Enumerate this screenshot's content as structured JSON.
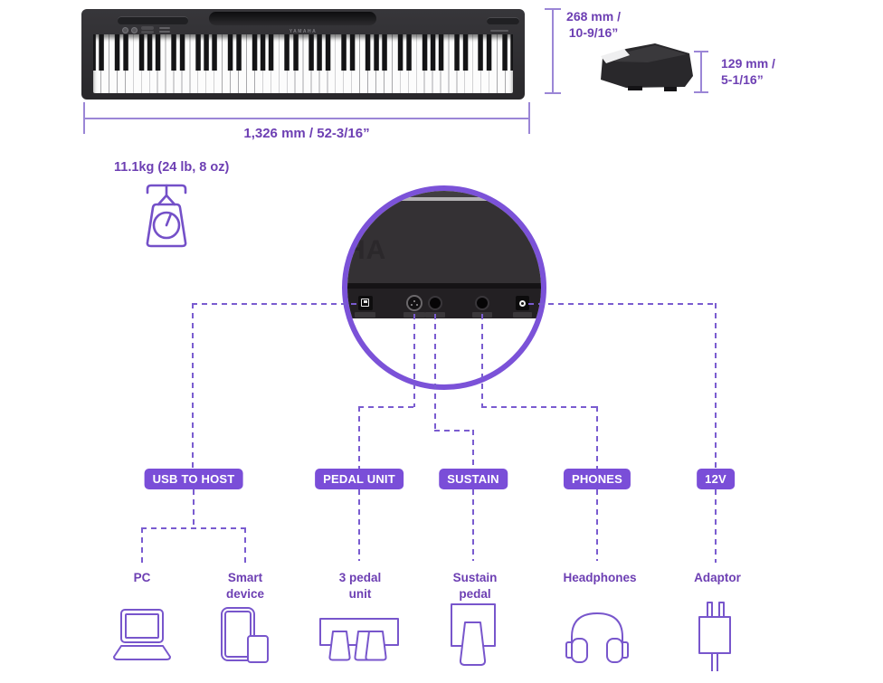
{
  "product": {
    "brand": "YAMAHA",
    "panel_watermark": "HA"
  },
  "dimensions": {
    "width": "1,326 mm / 52-3/16”",
    "height_mm": "268 mm /",
    "height_in": "10-9/16”",
    "depth_mm": "129 mm /",
    "depth_in": "5-1/16”",
    "weight": "11.1kg (24 lb, 8 oz)"
  },
  "ports": [
    {
      "id": "usb-to-host",
      "badge": "USB TO HOST"
    },
    {
      "id": "pedal-unit",
      "badge": "PEDAL UNIT"
    },
    {
      "id": "sustain",
      "badge": "SUSTAIN"
    },
    {
      "id": "phones",
      "badge": "PHONES"
    },
    {
      "id": "12v",
      "badge": "12V"
    }
  ],
  "devices": [
    {
      "line1": "PC",
      "line2": "",
      "icon": "laptop-icon"
    },
    {
      "line1": "Smart",
      "line2": "device",
      "icon": "smart-device-icon"
    },
    {
      "line1": "3 pedal",
      "line2": "unit",
      "icon": "pedal-unit-icon"
    },
    {
      "line1": "Sustain",
      "line2": "pedal",
      "icon": "sustain-pedal-icon"
    },
    {
      "line1": "Headphones",
      "line2": "",
      "icon": "headphones-icon"
    },
    {
      "line1": "Adaptor",
      "line2": "",
      "icon": "adaptor-icon"
    }
  ],
  "colors": {
    "accent_purple": "#7a4ed8",
    "text_purple": "#6d3fb3",
    "dash_purple": "#7a5cd0",
    "dimension_line_purple": "#9b86d6",
    "ring_purple": "#7b52d8",
    "piano_black": "#29282b"
  }
}
